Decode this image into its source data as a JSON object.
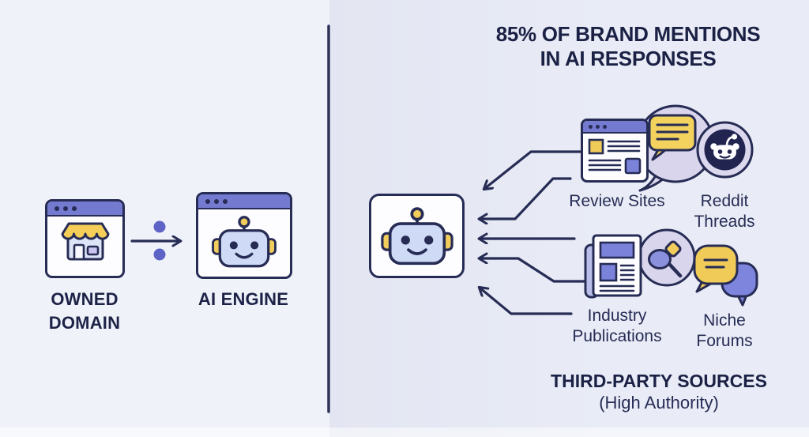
{
  "left_panel": {
    "owned_domain_label_line1": "OWNED",
    "owned_domain_label_line2": "DOMAIN",
    "ai_engine_label": "AI ENGINE"
  },
  "right_panel": {
    "title_line1": "85% OF BRAND MENTIONS",
    "title_line2": "IN AI RESPONSES",
    "source_review_sites": "Review Sites",
    "source_reddit_line1": "Reddit",
    "source_reddit_line2": "Threads",
    "source_industry_line1": "Industry",
    "source_industry_line2": "Publications",
    "source_niche_line1": "Niche",
    "source_niche_line2": "Forums",
    "footer_line1": "THIRD-PARTY SOURCES",
    "footer_line2": "(High Authority)"
  },
  "icons": {
    "left": [
      "browser-window-icon",
      "storefront-icon",
      "arrow-with-dots-icon",
      "robot-icon"
    ],
    "right": [
      "robot-icon",
      "review-site-browser-icon",
      "speech-bubble-icon",
      "reddit-icon",
      "newspaper-icon",
      "magnifier-icon",
      "chat-bubbles-icon"
    ]
  },
  "colors": {
    "outline_navy": "#272c55",
    "titlebar_purple": "#747ad0",
    "accent_purple": "#7b82d9",
    "accent_yellow": "#f0cb57",
    "robot_face_blue": "#cfdbf6",
    "lavender_circle": "#d9d5ec",
    "bg_left": "#f0f2fa",
    "bg_right": "#e7eaf5",
    "text_navy": "#1d2347"
  }
}
